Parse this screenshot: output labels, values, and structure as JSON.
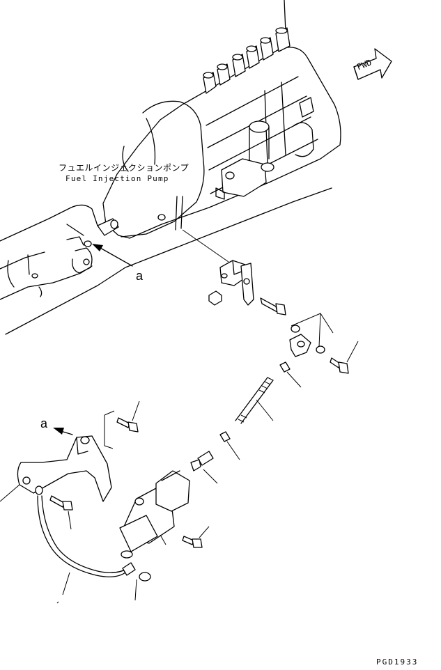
{
  "drawing": {
    "pump_label_jp": "フュエルインジェクションポンプ",
    "pump_label_en": "Fuel Injection Pump",
    "fwd_label": "FWD",
    "view_ref_upper": "a",
    "view_ref_lower": "a",
    "drawing_number": "PGD1933"
  }
}
